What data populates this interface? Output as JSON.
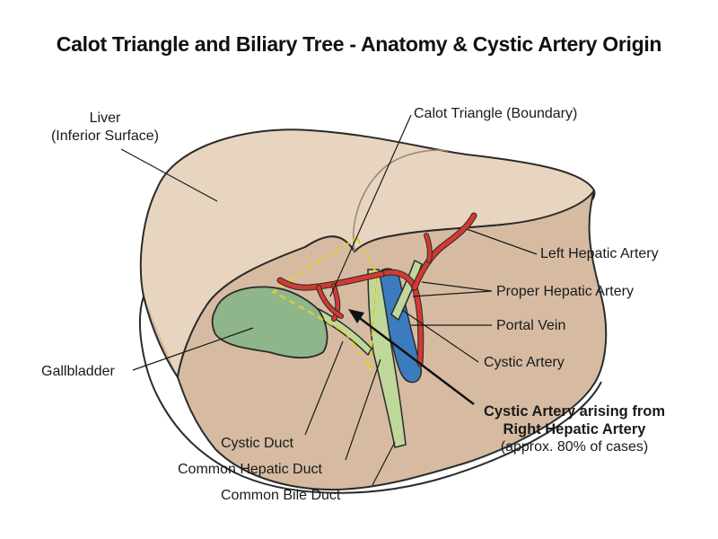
{
  "title": "Calot Triangle and Biliary Tree - Anatomy & Cystic Artery Origin",
  "labels": {
    "liver_line1": "Liver",
    "liver_line2": "(Inferior Surface)",
    "calot_triangle": "Calot Triangle (Boundary)",
    "left_hepatic_artery": "Left Hepatic Artery",
    "proper_hepatic_artery": "Proper Hepatic Artery",
    "portal_vein": "Portal Vein",
    "cystic_artery": "Cystic Artery",
    "gallbladder": "Gallbladder",
    "cystic_duct": "Cystic Duct",
    "common_hepatic_duct": "Common Hepatic Duct",
    "common_bile_duct": "Common Bile Duct",
    "callout_line1": "Cystic Artery arising from",
    "callout_line2": "Right Hepatic Artery",
    "callout_line3": "(approx. 80% of cases)"
  },
  "colors": {
    "liver": "#e8d5c0",
    "liver_shadow": "#d6bba2",
    "gallbladder": "#8fb58a",
    "bile_duct": "#bfd89a",
    "portal_vein": "#3d7bbf",
    "artery": "#d23a32",
    "triangle": "#f2e030",
    "outline": "#2b2b2b"
  }
}
